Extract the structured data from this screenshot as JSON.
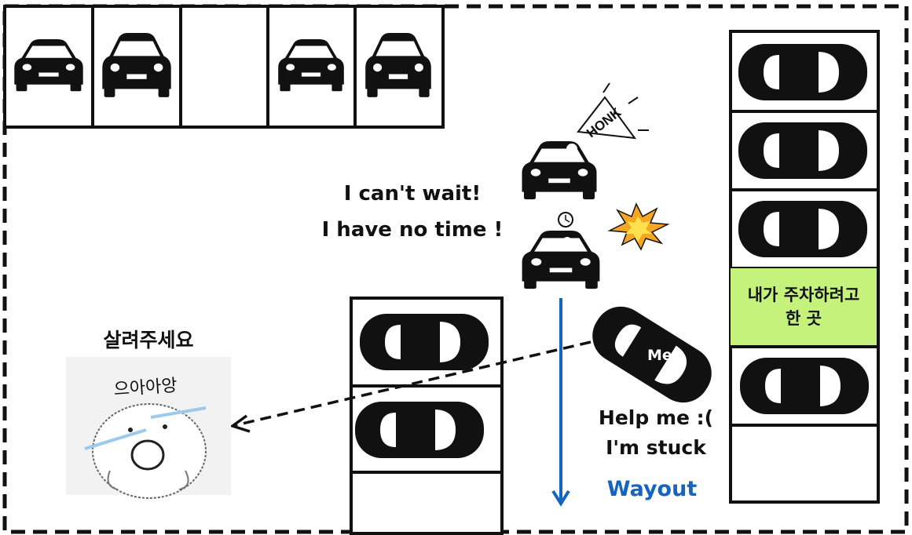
{
  "labels": {
    "cant_wait": "I can't wait!",
    "no_time": "I have no time !",
    "honk": "HONK",
    "me": "Me",
    "help_me": "Help me :(",
    "stuck": "I'm stuck",
    "wayout": "Wayout",
    "save_me_ko": "살려주세요",
    "crying_ko": "으아아앙",
    "spot_line1_ko": "내가 주차하려고",
    "spot_line2_ko": "한 곳"
  },
  "colors": {
    "wayout_arrow": "#1565c0",
    "target_spot": "#c4f27a",
    "explosion_outer": "#f5a623",
    "explosion_inner": "#ffe14d"
  }
}
